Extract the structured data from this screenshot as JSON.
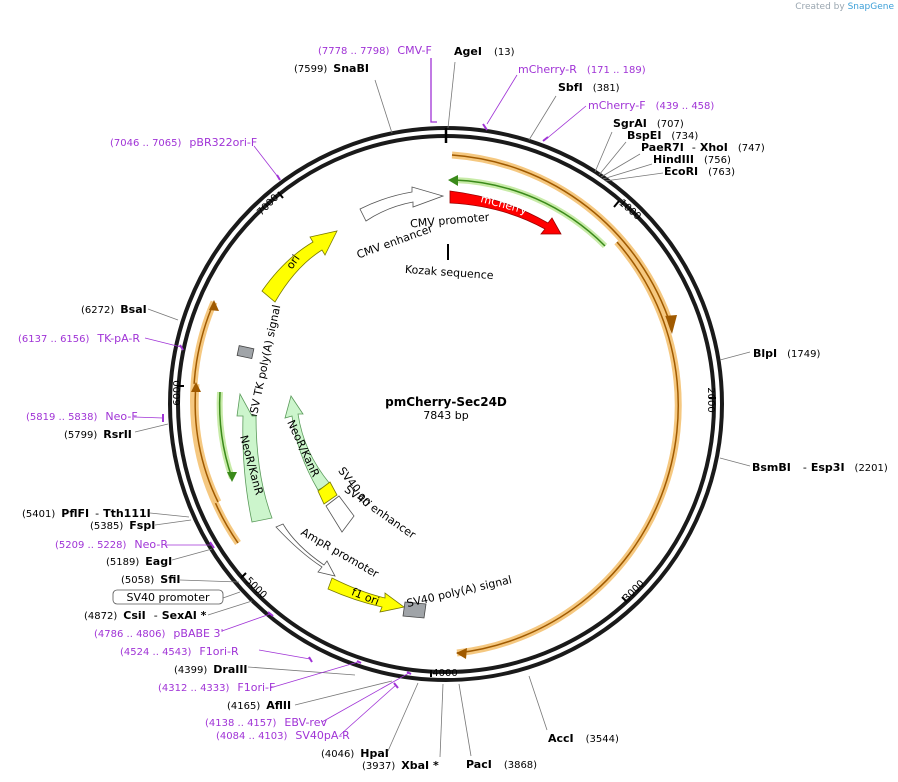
{
  "credit": {
    "prefix": "Created by",
    "brand": "SnapGene"
  },
  "plasmid": {
    "name": "pmCherry-Sec24D",
    "length": "7843 bp"
  },
  "scale_ticks": [
    "1000",
    "2000",
    "3000",
    "4000",
    "5000",
    "6000",
    "7000"
  ],
  "enzymes": {
    "agei": {
      "name": "AgeI",
      "pos": "(13)"
    },
    "snabi": {
      "name": "SnaBI",
      "pos": "(7599)"
    },
    "sbfi": {
      "name": "SbfI",
      "pos": "(381)"
    },
    "sgrai": {
      "name": "SgrAI",
      "pos": "(707)"
    },
    "bspei": {
      "name": "BspEI",
      "pos": "(734)"
    },
    "paer7i": {
      "name": "PaeR7I",
      "name2": "XhoI",
      "pos": "(747)"
    },
    "hindiii": {
      "name": "HindIII",
      "pos": "(756)"
    },
    "ecori": {
      "name": "EcoRI",
      "pos": "(763)"
    },
    "blpi": {
      "name": "BlpI",
      "pos": "(1749)"
    },
    "bsmbi": {
      "name": "BsmBI",
      "name2": "Esp3I",
      "pos": "(2201)"
    },
    "acci": {
      "name": "AccI",
      "pos": "(3544)"
    },
    "paci": {
      "name": "PacI",
      "pos": "(3868)"
    },
    "xbai": {
      "name": "XbaI *",
      "pos": "(3937)"
    },
    "hpai": {
      "name": "HpaI",
      "pos": "(4046)"
    },
    "aflii": {
      "name": "AflII",
      "pos": "(4165)"
    },
    "draiii": {
      "name": "DraIII",
      "pos": "(4399)"
    },
    "csii": {
      "name": "CsiI",
      "name2": "SexAI *",
      "pos": "(4872)"
    },
    "sfii": {
      "name": "SfiI",
      "pos": "(5058)"
    },
    "eagi": {
      "name": "EagI",
      "pos": "(5189)"
    },
    "fspi": {
      "name": "FspI",
      "pos": "(5385)"
    },
    "pflfi": {
      "name": "PflFI",
      "name2": "Tth111I",
      "pos": "(5401)"
    },
    "rsrii": {
      "name": "RsrII",
      "pos": "(5799)"
    },
    "bsai": {
      "name": "BsaI",
      "pos": "(6272)"
    }
  },
  "primers": {
    "cmvf": {
      "name": "CMV-F",
      "pos": "(7778 .. 7798)"
    },
    "mcherryr": {
      "name": "mCherry-R",
      "pos": "(171 .. 189)"
    },
    "mcherryf": {
      "name": "mCherry-F",
      "pos": "(439 .. 458)"
    },
    "pbr322": {
      "name": "pBR322ori-F",
      "pos": "(7046 .. 7065)"
    },
    "tkpar": {
      "name": "TK-pA-R",
      "pos": "(6137 .. 6156)"
    },
    "neof": {
      "name": "Neo-F",
      "pos": "(5819 .. 5838)"
    },
    "neor": {
      "name": "Neo-R",
      "pos": "(5209 .. 5228)"
    },
    "pbabe": {
      "name": "pBABE 3'",
      "pos": "(4786 .. 4806)"
    },
    "f1orir": {
      "name": "F1ori-R",
      "pos": "(4524 .. 4543)"
    },
    "f1orif": {
      "name": "F1ori-F",
      "pos": "(4312 .. 4333)"
    },
    "ebvrev": {
      "name": "EBV-rev",
      "pos": "(4138 .. 4157)"
    },
    "sv40par": {
      "name": "SV40pA-R",
      "pos": "(4084 .. 4103)"
    }
  },
  "boxed_feature": "SV40 promoter",
  "features": {
    "cmv_promoter": "CMV promoter",
    "cmv_enhancer": "CMV enhancer",
    "mcherry": "mCherry",
    "kozak": "Kozak sequence",
    "ori": "ori",
    "hsv_tk": "HSV TK poly(A) signal",
    "neor_outer": "NeoR/KanR",
    "neor_inner": "NeoR/KanR",
    "sv40_ori": "SV40 ori",
    "sv40_enh": "SV40 enhancer",
    "ampr": "AmpR promoter",
    "f1ori": "f1 ori",
    "sv40_polya": "SV40 poly(A) signal"
  },
  "colors": {
    "mcherry": "#ff0000",
    "ori": "#ffff00",
    "neo": "#ccf5cc",
    "orf_outline": "#f0b860",
    "orf_arrow": "#a05a00",
    "green_orf": "#5ab030",
    "primer": "#a033d6",
    "grey_feature": "#a0a4a8"
  }
}
